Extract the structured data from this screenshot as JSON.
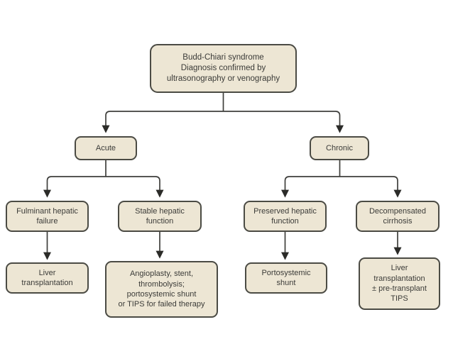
{
  "diagram": {
    "type": "flowchart",
    "topic": "Budd-Chiari syndrome management algorithm",
    "colors": {
      "node_fill": "#EDE6D4",
      "node_border": "#4B4B44",
      "node_text": "#3B3B38",
      "connector_line": "#3F3F3C",
      "background": "#FFFFFF"
    },
    "nodes": {
      "root": {
        "label": "Budd-Chiari syndrome\nDiagnosis confirmed by\nultrasonography or venography"
      },
      "acute": {
        "label": "Acute"
      },
      "chronic": {
        "label": "Chronic"
      },
      "fulminant": {
        "label": "Fulminant hepatic\nfailure"
      },
      "stable": {
        "label": "Stable hepatic\nfunction"
      },
      "preserved": {
        "label": "Preserved hepatic\nfunction"
      },
      "decompensated": {
        "label": "Decompensated\ncirrhosis"
      },
      "liver_tx": {
        "label": "Liver\ntransplantation"
      },
      "angioplasty": {
        "label": "Angioplasty, stent,\nthrombolysis;\nportosystemic shunt\nor TIPS for failed therapy"
      },
      "porto_shunt": {
        "label": "Portosystemic\nshunt"
      },
      "liver_tx_tips": {
        "label": "Liver\ntransplantation\n± pre-transplant\nTIPS"
      }
    },
    "edges": [
      {
        "from": "root",
        "to": "acute",
        "style": "arrow"
      },
      {
        "from": "root",
        "to": "chronic",
        "style": "arrow"
      },
      {
        "from": "acute",
        "to": "fulminant",
        "style": "arrow"
      },
      {
        "from": "acute",
        "to": "stable",
        "style": "arrow"
      },
      {
        "from": "chronic",
        "to": "preserved",
        "style": "arrow"
      },
      {
        "from": "chronic",
        "to": "decompensated",
        "style": "arrow"
      },
      {
        "from": "fulminant",
        "to": "liver_tx",
        "style": "arrow"
      },
      {
        "from": "stable",
        "to": "angioplasty",
        "style": "arrow"
      },
      {
        "from": "preserved",
        "to": "porto_shunt",
        "style": "arrow"
      },
      {
        "from": "decompensated",
        "to": "liver_tx_tips",
        "style": "arrow"
      }
    ]
  }
}
